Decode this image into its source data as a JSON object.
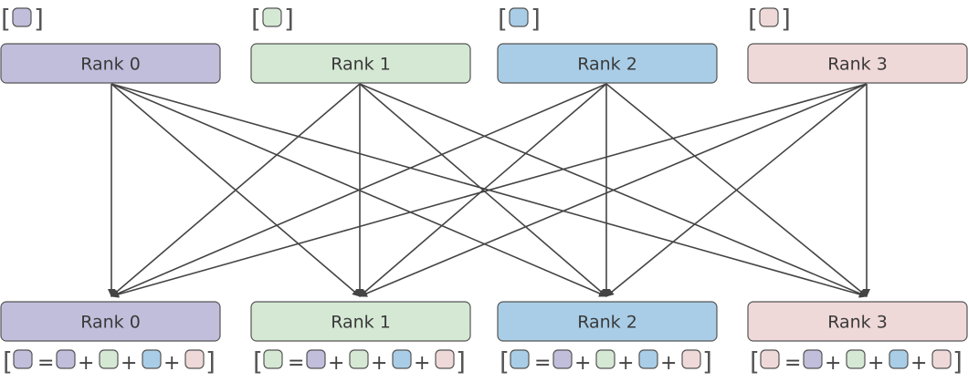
{
  "colors": {
    "stroke": "#555555",
    "arrow": "#444444",
    "ranks": [
      "#c0bedb",
      "#d5e8d4",
      "#a9cde6",
      "#efd9d8"
    ]
  },
  "ranks_top": [
    {
      "label": "Rank 0"
    },
    {
      "label": "Rank 1"
    },
    {
      "label": "Rank 2"
    },
    {
      "label": "Rank 3"
    }
  ],
  "ranks_bottom": [
    {
      "label": "Rank 0"
    },
    {
      "label": "Rank 1"
    },
    {
      "label": "Rank 2"
    },
    {
      "label": "Rank 3"
    }
  ],
  "reduction": {
    "open_bracket": "[",
    "close_bracket": "]",
    "equals": "=",
    "plus": "+"
  },
  "connections": "all-to-all"
}
